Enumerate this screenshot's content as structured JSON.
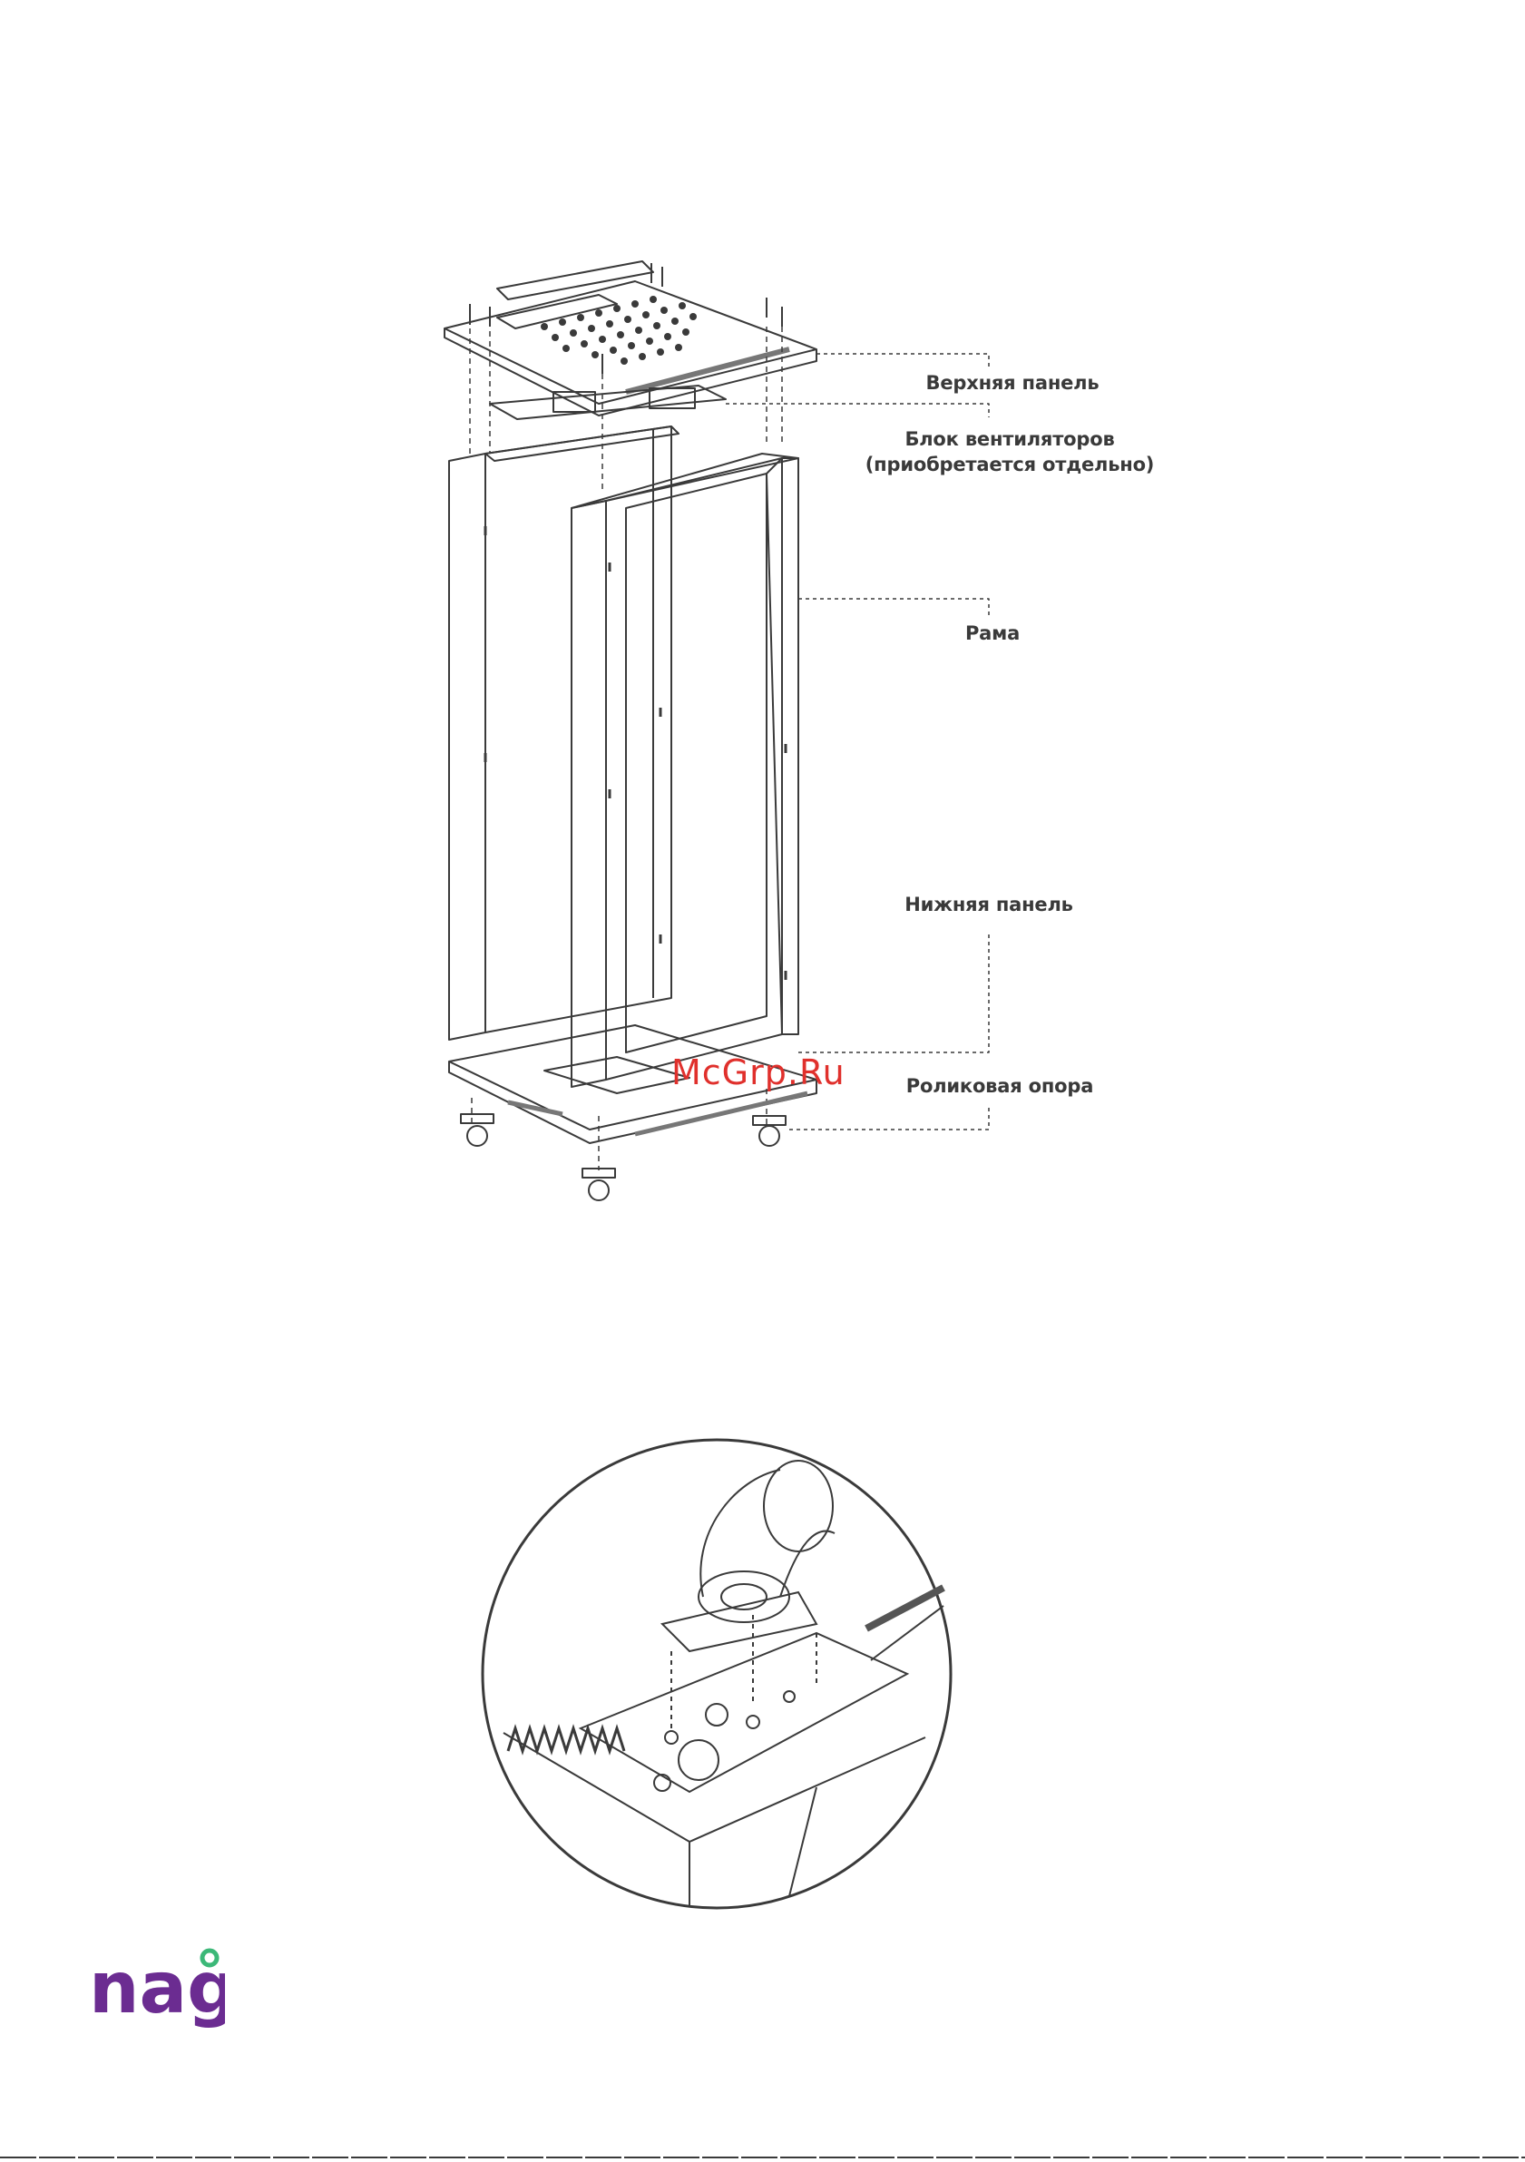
{
  "labels": {
    "top_panel": "Верхняя панель",
    "fan_unit_line1": "Блок вентиляторов",
    "fan_unit_line2": "(приобретается отдельно)",
    "frame": "Рама",
    "bottom_panel": "Нижняя панель",
    "caster": "Роликовая опора"
  },
  "watermark": "McGrp.Ru",
  "logo_text": "nag",
  "colors": {
    "line": "#3a3a3a",
    "watermark": "#e0302c",
    "logo": "#6b2c91",
    "logo_dot": "#3cb878"
  }
}
